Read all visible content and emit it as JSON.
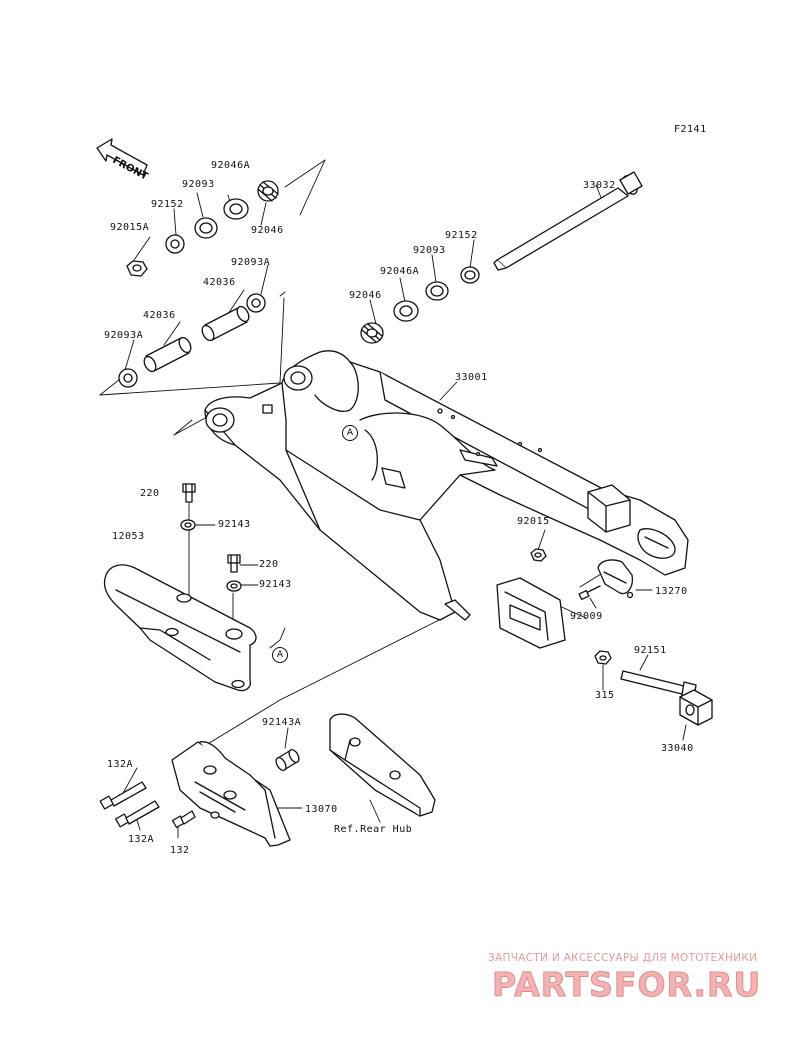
{
  "figure_code": "F2141",
  "front_label": "FRONT",
  "callout_letter": "A",
  "parts": {
    "p33032": "33032",
    "p92046A_l": "92046A",
    "p92093_l": "92093",
    "p92152_l": "92152",
    "p92015A": "92015A",
    "p92046_l": "92046",
    "p92093A_top": "92093A",
    "p42036_top": "42036",
    "p42036_left": "42036",
    "p92093A_left": "92093A",
    "p92152_r": "92152",
    "p92093_r": "92093",
    "p92046A_r": "92046A",
    "p92046_r": "92046",
    "p33001": "33001",
    "p220_a": "220",
    "p92143_a": "92143",
    "p12053": "12053",
    "p220_b": "220",
    "p92143_b": "92143",
    "p92015": "92015",
    "p13270": "13270",
    "p92009": "92009",
    "p92151": "92151",
    "p315": "315",
    "p33040": "33040",
    "p92143A": "92143A",
    "p132A_top": "132A",
    "p13070": "13070",
    "p132A_bot": "132A",
    "p132": "132",
    "ref_rear_hub": "Ref.Rear Hub"
  },
  "watermark": {
    "tagline": "ЗАПЧАСТИ И АКСЕССУАРЫ ДЛЯ МОТОТЕХНИКИ",
    "brand": "PARTSFOR.RU"
  }
}
